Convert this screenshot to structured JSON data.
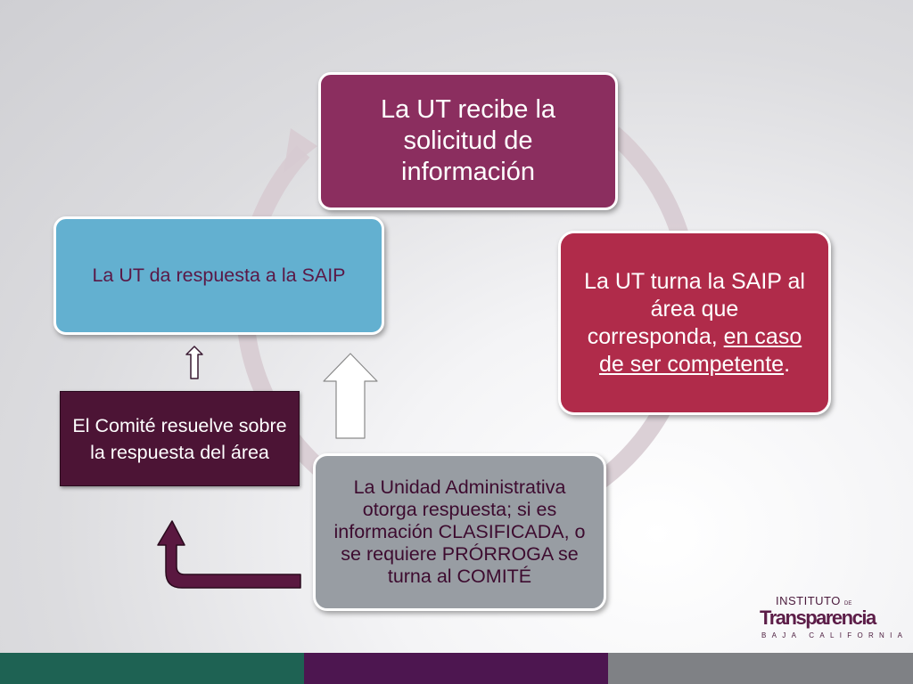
{
  "colors": {
    "cycle_arrow": "#d7cbd2",
    "box_top": "#8b2e5f",
    "box_right": "#b02b4a",
    "box_bottom": "#989da3",
    "box_left": "#63b0d0",
    "box_comite": "#4c1435",
    "footer_green": "#1e6253",
    "footer_purple": "#4d1650",
    "footer_gray": "#7f8185"
  },
  "steps": {
    "recibe": "La UT recibe la solicitud de información",
    "turna_prefix": "La UT turna la SAIP al área que corresponda, ",
    "turna_underlined": "en caso de ser competente",
    "turna_suffix": ".",
    "unidad": "La Unidad Administrativa otorga respuesta; si es información CLASIFICADA, o se requiere PRÓRROGA se turna al COMITÉ",
    "respuesta": "La UT da respuesta a la SAIP",
    "comite": "El Comité resuelve sobre la respuesta del área"
  },
  "logo": {
    "instituto": "INSTITUTO",
    "de": "DE",
    "transparencia": "Transparencia",
    "subtitle": "BAJA CALIFORNIA"
  }
}
